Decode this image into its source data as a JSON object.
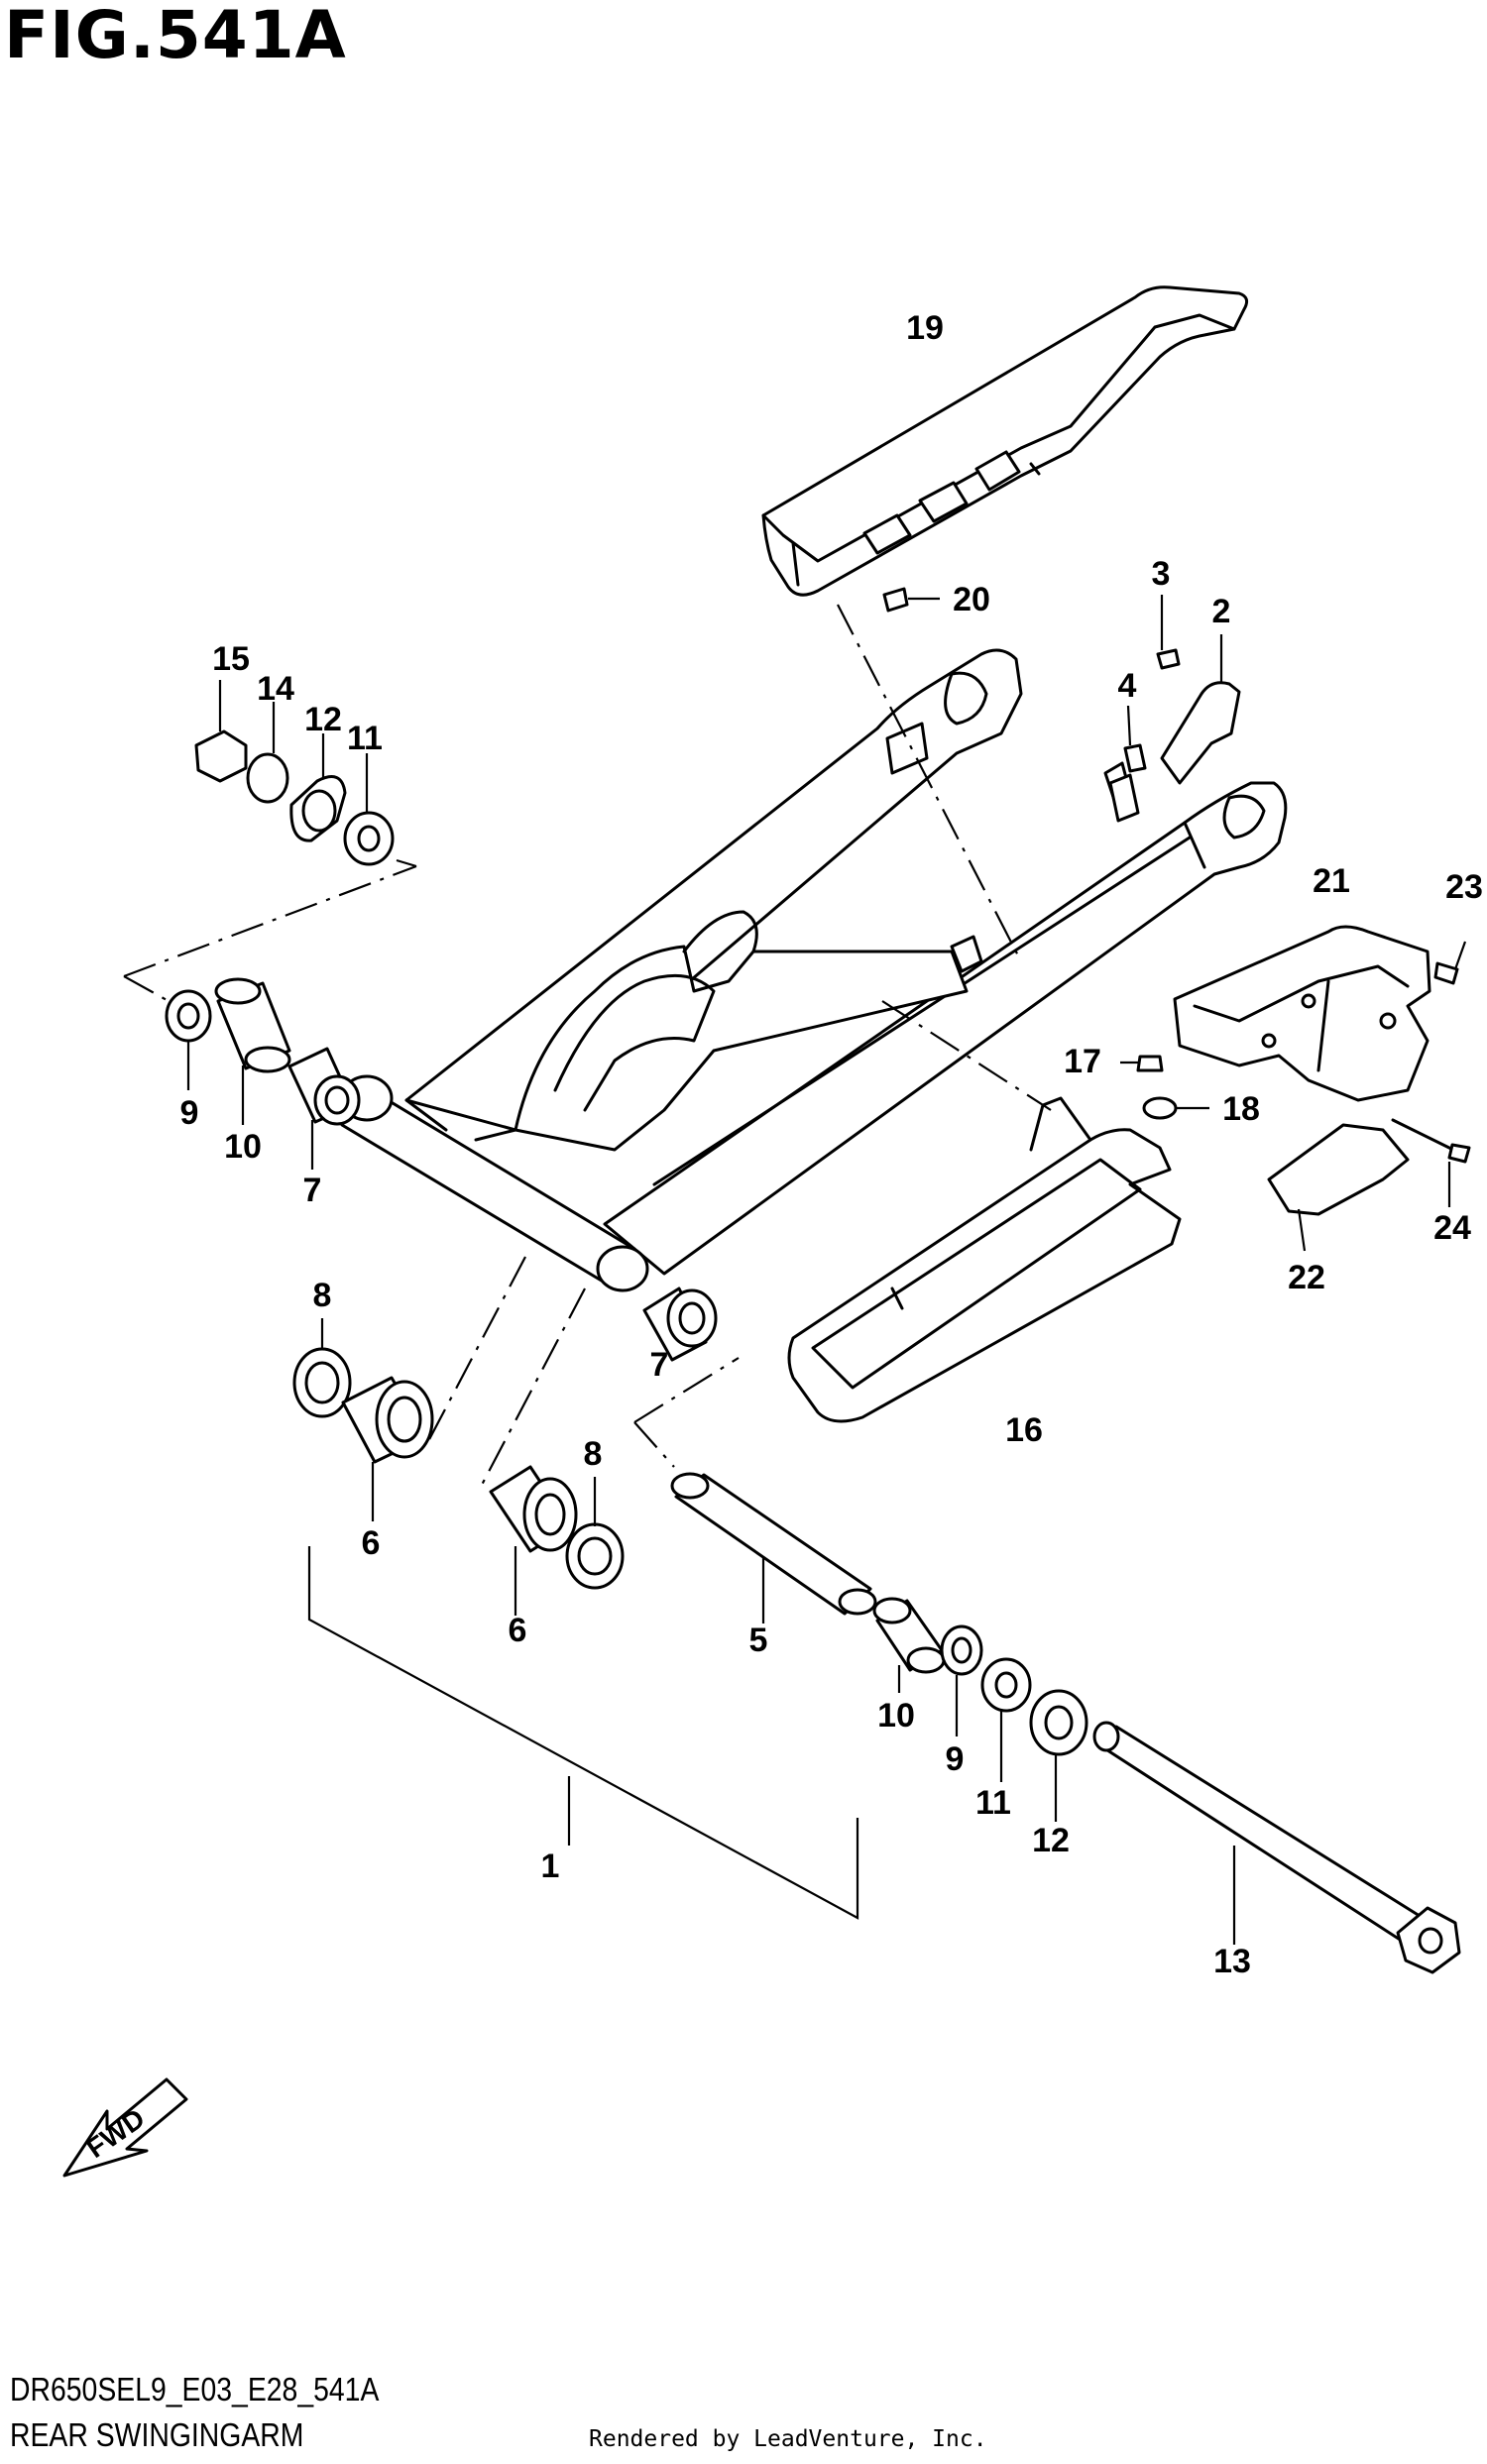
{
  "figure": {
    "title": "FIG.541A",
    "model_code": "DR650SEL9_E03_E28_541A",
    "subtitle": "REAR SWINGINGARM",
    "credit": "Rendered by LeadVenture, Inc.",
    "fwd_label": "FWD"
  },
  "callouts": [
    {
      "id": "c1",
      "label": "1"
    },
    {
      "id": "c2",
      "label": "2"
    },
    {
      "id": "c3",
      "label": "3"
    },
    {
      "id": "c4",
      "label": "4"
    },
    {
      "id": "c5",
      "label": "5"
    },
    {
      "id": "c6a",
      "label": "6"
    },
    {
      "id": "c6b",
      "label": "6"
    },
    {
      "id": "c7a",
      "label": "7"
    },
    {
      "id": "c7b",
      "label": "7"
    },
    {
      "id": "c8a",
      "label": "8"
    },
    {
      "id": "c8b",
      "label": "8"
    },
    {
      "id": "c9a",
      "label": "9"
    },
    {
      "id": "c9b",
      "label": "9"
    },
    {
      "id": "c10a",
      "label": "10"
    },
    {
      "id": "c10b",
      "label": "10"
    },
    {
      "id": "c11a",
      "label": "11"
    },
    {
      "id": "c11b",
      "label": "11"
    },
    {
      "id": "c12a",
      "label": "12"
    },
    {
      "id": "c12b",
      "label": "12"
    },
    {
      "id": "c13",
      "label": "13"
    },
    {
      "id": "c14",
      "label": "14"
    },
    {
      "id": "c15",
      "label": "15"
    },
    {
      "id": "c16",
      "label": "16"
    },
    {
      "id": "c17",
      "label": "17"
    },
    {
      "id": "c18",
      "label": "18"
    },
    {
      "id": "c19",
      "label": "19"
    },
    {
      "id": "c20",
      "label": "20"
    },
    {
      "id": "c21",
      "label": "21"
    },
    {
      "id": "c22",
      "label": "22"
    },
    {
      "id": "c23",
      "label": "23"
    },
    {
      "id": "c24",
      "label": "24"
    }
  ]
}
